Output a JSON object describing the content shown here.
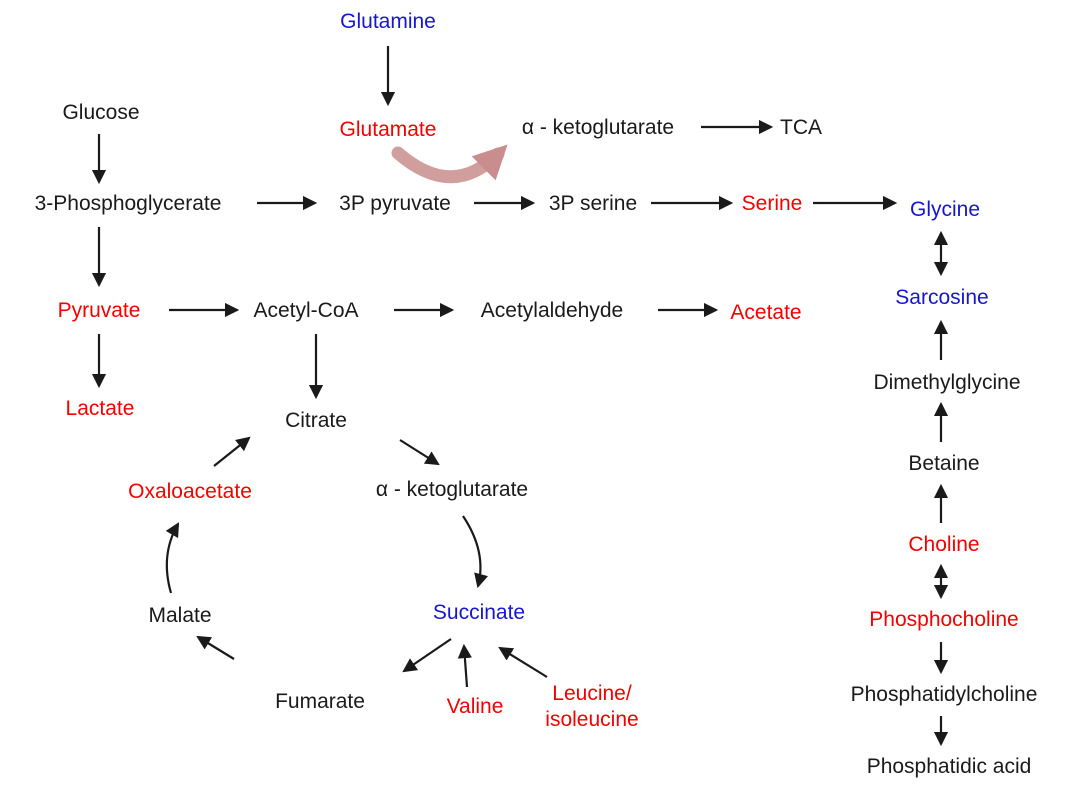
{
  "diagram": {
    "background": "#ffffff",
    "colors": {
      "metabolite_black": "#1a1a1a",
      "metabolite_red": "#f40000",
      "metabolite_blue": "#1616d0",
      "flux_swoosh_arrow": "#c98d8d"
    },
    "nodes": {
      "glutamine": {
        "label": "Glutamine",
        "color": "#1616d0"
      },
      "glucose": {
        "label": "Glucose",
        "color": "#1a1a1a"
      },
      "glutamate": {
        "label": "Glutamate",
        "color": "#f40000"
      },
      "alpha_ketoglutarate_top": {
        "label": "α - ketoglutarate",
        "color": "#1a1a1a"
      },
      "tca": {
        "label": "TCA",
        "color": "#1a1a1a"
      },
      "phosphoglycerate_3": {
        "label": "3-Phosphoglycerate",
        "color": "#1a1a1a"
      },
      "pyruvate_3p": {
        "label": "3P pyruvate",
        "color": "#1a1a1a"
      },
      "serine_3p": {
        "label": "3P serine",
        "color": "#1a1a1a"
      },
      "serine": {
        "label": "Serine",
        "color": "#f40000"
      },
      "glycine": {
        "label": "Glycine",
        "color": "#1616d0"
      },
      "pyruvate": {
        "label": "Pyruvate",
        "color": "#f40000"
      },
      "acetyl_coa": {
        "label": "Acetyl-CoA",
        "color": "#1a1a1a"
      },
      "acetylaldehyde": {
        "label": "Acetylaldehyde",
        "color": "#1a1a1a"
      },
      "acetate": {
        "label": "Acetate",
        "color": "#f40000"
      },
      "sarcosine": {
        "label": "Sarcosine",
        "color": "#1616d0"
      },
      "lactate": {
        "label": "Lactate",
        "color": "#f40000"
      },
      "citrate": {
        "label": "Citrate",
        "color": "#1a1a1a"
      },
      "dimethylglycine": {
        "label": "Dimethylglycine",
        "color": "#1a1a1a"
      },
      "oxaloacetate": {
        "label": "Oxaloacetate",
        "color": "#f40000"
      },
      "alpha_ketoglutarate_mid": {
        "label": "α - ketoglutarate",
        "color": "#1a1a1a"
      },
      "betaine": {
        "label": "Betaine",
        "color": "#1a1a1a"
      },
      "choline": {
        "label": "Choline",
        "color": "#f40000"
      },
      "malate": {
        "label": "Malate",
        "color": "#1a1a1a"
      },
      "succinate": {
        "label": "Succinate",
        "color": "#1616d0"
      },
      "phosphocholine": {
        "label": "Phosphocholine",
        "color": "#f40000"
      },
      "fumarate": {
        "label": "Fumarate",
        "color": "#1a1a1a"
      },
      "valine": {
        "label": "Valine",
        "color": "#f40000"
      },
      "leucine_isoleucine": {
        "line1": "Leucine/",
        "line2": "isoleucine",
        "color": "#f40000"
      },
      "phosphatidylcholine": {
        "label": "Phosphatidylcholine",
        "color": "#1a1a1a"
      },
      "phosphatidic_acid": {
        "label": "Phosphatidic acid",
        "color": "#1a1a1a"
      }
    }
  }
}
